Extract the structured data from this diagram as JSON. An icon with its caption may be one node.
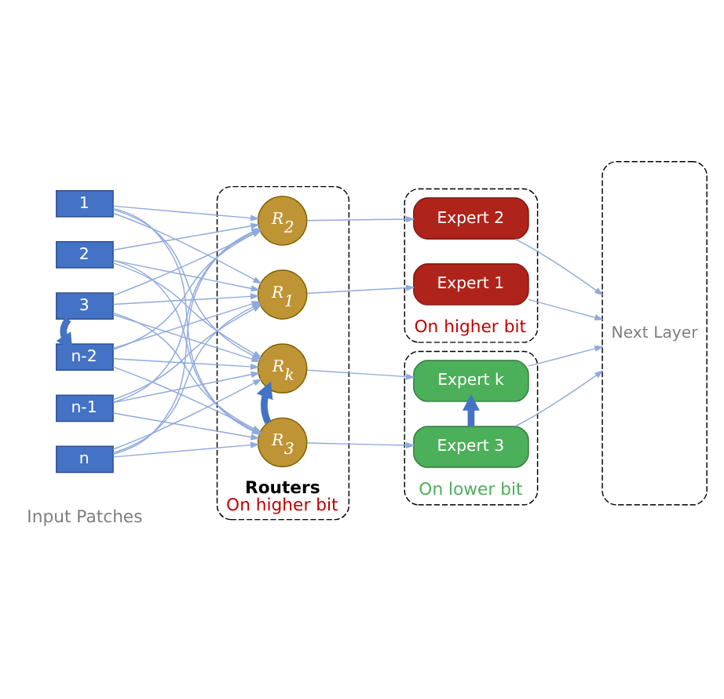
{
  "diagram": {
    "nodes": [
      {
        "text": [
          "1"
        ]
      },
      {
        "text": [
          "2"
        ]
      },
      {
        "text": [
          "3"
        ]
      },
      {
        "text": [
          "n-2"
        ]
      },
      {
        "text": [
          "n-1"
        ]
      },
      {
        "text": [
          "n"
        ]
      },
      {
        "text": [
          "Routers",
          "On higher bit"
        ]
      },
      {
        "text": [
          "R$_{1}$"
        ],
        "in": 6
      },
      {
        "text": [
          "R$_{2}$"
        ],
        "in": 6
      },
      {
        "text": [
          "R$_{3}$"
        ],
        "in": 6
      },
      {
        "text": [
          "R$_{k}$"
        ],
        "in": 6
      },
      {
        "text": [
          "On higher bit"
        ]
      },
      {
        "text": [
          "Expert 1"
        ],
        "in": 11
      },
      {
        "text": [
          "Expert 2"
        ],
        "in": 11
      },
      {
        "text": [
          "On lower bit"
        ]
      },
      {
        "text": [
          "Expert 3"
        ],
        "in": 14
      },
      {
        "text": [
          "Expert k"
        ],
        "in": 14
      },
      {
        "text": [
          "Next Layer"
        ]
      }
    ],
    "edges": [
      {
        "from": 0,
        "to": 7,
        "arrow": "to"
      },
      {
        "from": 0,
        "to": 8,
        "arrow": "to"
      },
      {
        "from": 0,
        "to": 9,
        "arrow": "to"
      },
      {
        "from": 0,
        "to": 10,
        "arrow": "to"
      },
      {
        "from": 1,
        "to": 7,
        "arrow": "to"
      },
      {
        "from": 1,
        "to": 8,
        "arrow": "to"
      },
      {
        "from": 1,
        "to": 9,
        "arrow": "to"
      },
      {
        "from": 1,
        "to": 10,
        "arrow": "to"
      },
      {
        "from": 2,
        "to": 7,
        "arrow": "to"
      },
      {
        "from": 2,
        "to": 8,
        "arrow": "to"
      },
      {
        "from": 2,
        "to": 9,
        "arrow": "to"
      },
      {
        "from": 2,
        "to": 10,
        "arrow": "to"
      },
      {
        "from": 3,
        "to": 7,
        "arrow": "to"
      },
      {
        "from": 3,
        "to": 8,
        "arrow": "to"
      },
      {
        "from": 3,
        "to": 9,
        "arrow": "to"
      },
      {
        "from": 3,
        "to": 10,
        "arrow": "to"
      },
      {
        "from": 4,
        "to": 7,
        "arrow": "to"
      },
      {
        "from": 4,
        "to": 8,
        "arrow": "to"
      },
      {
        "from": 4,
        "to": 9,
        "arrow": "to"
      },
      {
        "from": 4,
        "to": 10,
        "arrow": "to"
      },
      {
        "from": 5,
        "to": 7,
        "arrow": "to"
      },
      {
        "from": 5,
        "to": 8,
        "arrow": "to"
      },
      {
        "from": 5,
        "to": 9,
        "arrow": "to"
      },
      {
        "from": 5,
        "to": 10,
        "arrow": "to"
      },
      {
        "from": 2,
        "to": 3,
        "arrow": "to",
        "style": "thick",
        "color": "#4472c4"
      },
      {
        "from": 9,
        "to": 10,
        "arrow": "to",
        "style": "thick",
        "color": "#4472c4"
      },
      {
        "from": 7,
        "to": 12,
        "arrow": "to"
      },
      {
        "from": 8,
        "to": 13,
        "arrow": "to"
      },
      {
        "from": 9,
        "to": 15,
        "arrow": "to"
      },
      {
        "from": 10,
        "to": 16,
        "arrow": "to"
      },
      {
        "from": 15,
        "to": 16,
        "arrow": "to",
        "style": "thick",
        "color": "#4472c4"
      },
      {
        "from": 12,
        "to": 17,
        "arrow": "to"
      },
      {
        "from": 13,
        "to": 17,
        "arrow": "to"
      },
      {
        "from": 15,
        "to": 17,
        "arrow": "to"
      },
      {
        "from": 16,
        "to": 17,
        "arrow": "to"
      }
    ],
    "labels": [
      "Input Patches"
    ]
  }
}
